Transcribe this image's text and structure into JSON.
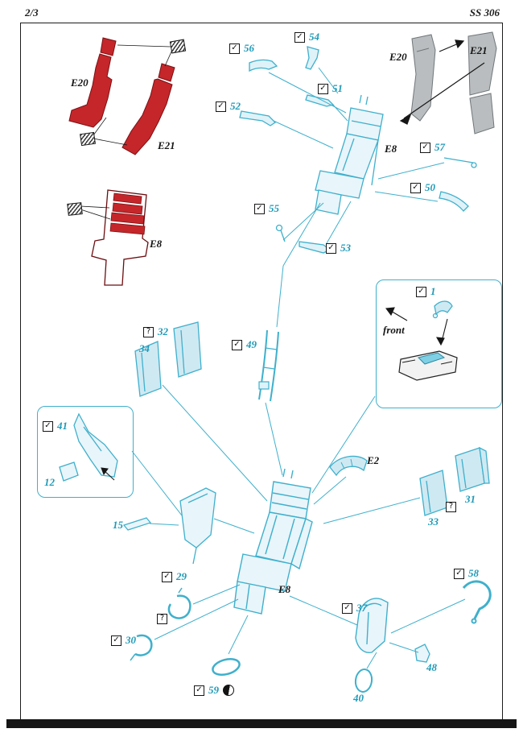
{
  "page": {
    "header_left": "2/3",
    "header_right": "SS 306"
  },
  "colors": {
    "cyan_line": "#3fb0cc",
    "cyan_text": "#1e9ab8",
    "red_part": "#c5262a",
    "gray_part": "#b9bdbf",
    "ink": "#161616"
  },
  "icons": {
    "check": "✓",
    "question": "?"
  },
  "callouts": {
    "n56": "56",
    "n54": "54",
    "n52": "52",
    "n51": "51",
    "n57": "57",
    "n50": "50",
    "n55": "55",
    "n53": "53",
    "n49": "49",
    "n32": "32",
    "n34": "34",
    "n41": "41",
    "n12": "12",
    "n15": "15",
    "n1": "1",
    "n31": "31",
    "n33": "33",
    "n29": "29",
    "n30": "30",
    "n59": "59",
    "n37": "37",
    "n58": "58",
    "n48": "48",
    "n40": "40"
  },
  "part_labels": {
    "e20_red": "E20",
    "e21_red": "E21",
    "e8_red": "E8",
    "e20_gray": "E20",
    "e21_gray": "E21",
    "e8_top": "E8",
    "e8_main": "E8",
    "e2": "E2",
    "front": "front"
  }
}
